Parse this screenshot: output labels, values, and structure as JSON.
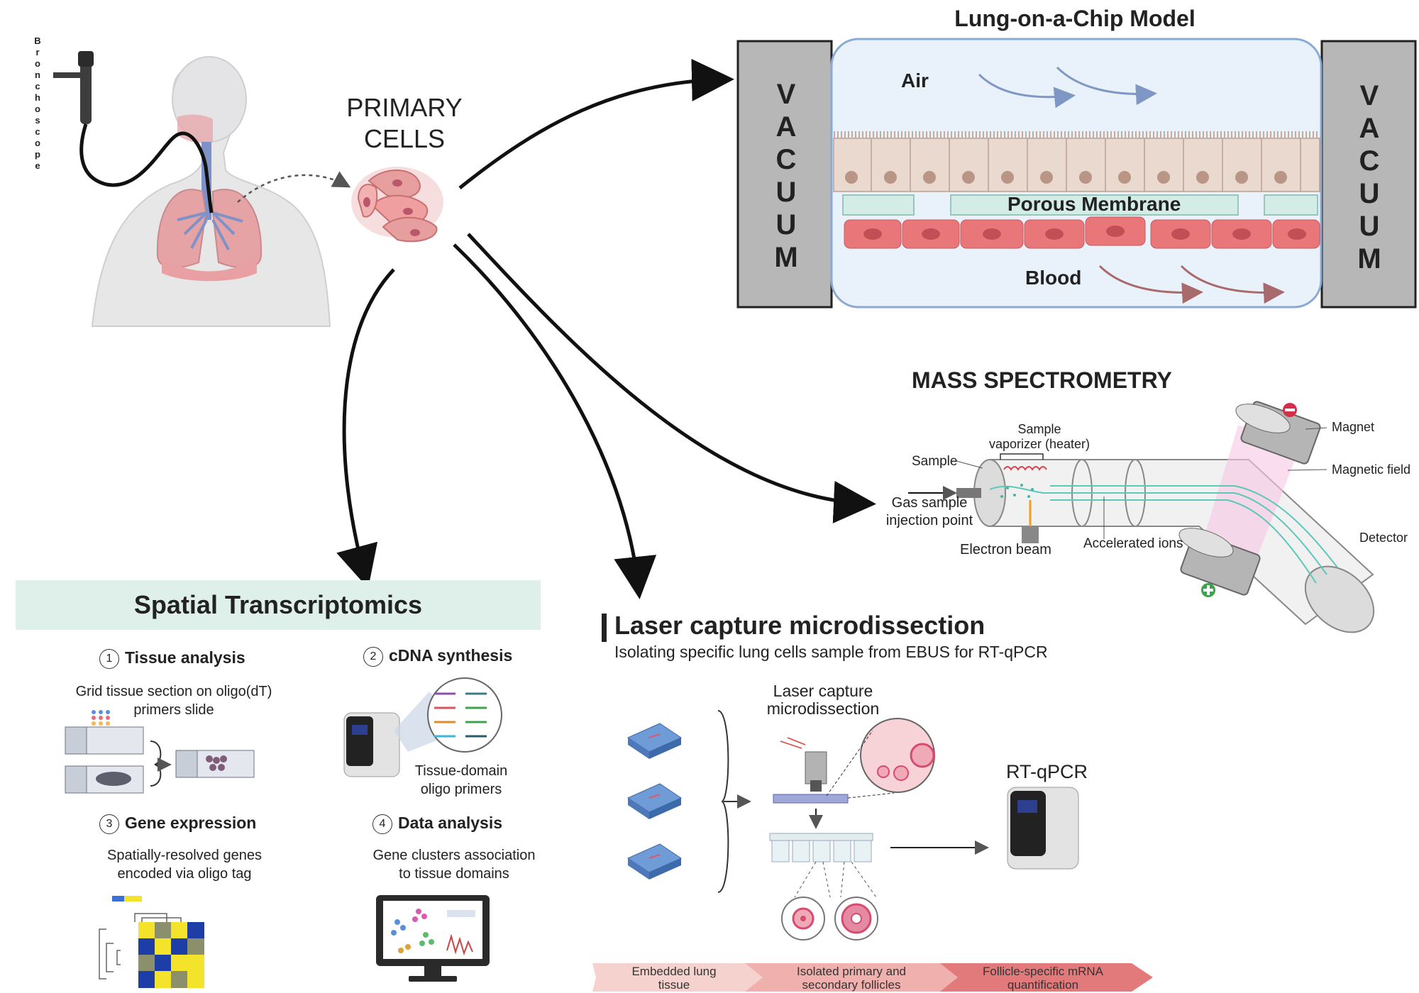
{
  "bronchoscope": {
    "label": "Bronchoscope",
    "letters": [
      "B",
      "r",
      "o",
      "n",
      "c",
      "h",
      "o",
      "s",
      "c",
      "o",
      "p",
      "e"
    ]
  },
  "primary_cells": {
    "line1": "PRIMARY",
    "line2": "CELLS"
  },
  "lung_chip": {
    "title": "Lung-on-a-Chip Model",
    "vacuum_letters": [
      "V",
      "A",
      "C",
      "U",
      "U",
      "M"
    ],
    "air": "Air",
    "membrane": "Porous Membrane",
    "blood": "Blood"
  },
  "mass_spec": {
    "title": "MASS SPECTROMETRY",
    "sample": "Sample",
    "vaporizer_line1": "Sample",
    "vaporizer_line2": "vaporizer (heater)",
    "magnet": "Magnet",
    "magnetic_field": "Magnetic field",
    "injection_line1": "Gas sample",
    "injection_line2": "injection point",
    "electron_beam": "Electron beam",
    "accelerated_ions": "Accelerated ions",
    "detector": "Detector"
  },
  "spatial": {
    "title": "Spatial Transcriptomics",
    "steps": [
      {
        "num": "1",
        "title": "Tissue analysis",
        "desc_line1": "Grid tissue section on oligo(dT)",
        "desc_line2": "primers slide"
      },
      {
        "num": "2",
        "title": "cDNA synthesis",
        "desc_line1": "Tissue-domain",
        "desc_line2": "oligo primers"
      },
      {
        "num": "3",
        "title": "Gene expression",
        "desc_line1": "Spatially-resolved genes",
        "desc_line2": "encoded via oligo tag"
      },
      {
        "num": "4",
        "title": "Data analysis",
        "desc_line1": "Gene clusters association",
        "desc_line2": "to tissue domains"
      }
    ]
  },
  "lcm": {
    "title": "Laser capture microdissection",
    "subtitle": "Isolating specific lung cells sample from EBUS for RT-qPCR",
    "device_line1": "Laser capture",
    "device_line2": "microdissection",
    "rtqpcr": "RT-qPCR",
    "flow": [
      {
        "line1": "Embedded lung",
        "line2": "tissue"
      },
      {
        "line1": "Isolated primary and",
        "line2": "secondary follicles"
      },
      {
        "line1": "Follicle-specific mRNA",
        "line2": "quantification"
      }
    ]
  },
  "colors": {
    "vacuum_fill": "#b7b7b7",
    "chip_fill": "#e9f1fa",
    "epithelium": "#ead9cf",
    "membrane": "#d4ece6",
    "endothelium": "#e9777a",
    "banner": "#dff0ea",
    "flow_1": "#f6d2cf",
    "flow_2": "#f0b0ad",
    "flow_3": "#e27a7c"
  }
}
